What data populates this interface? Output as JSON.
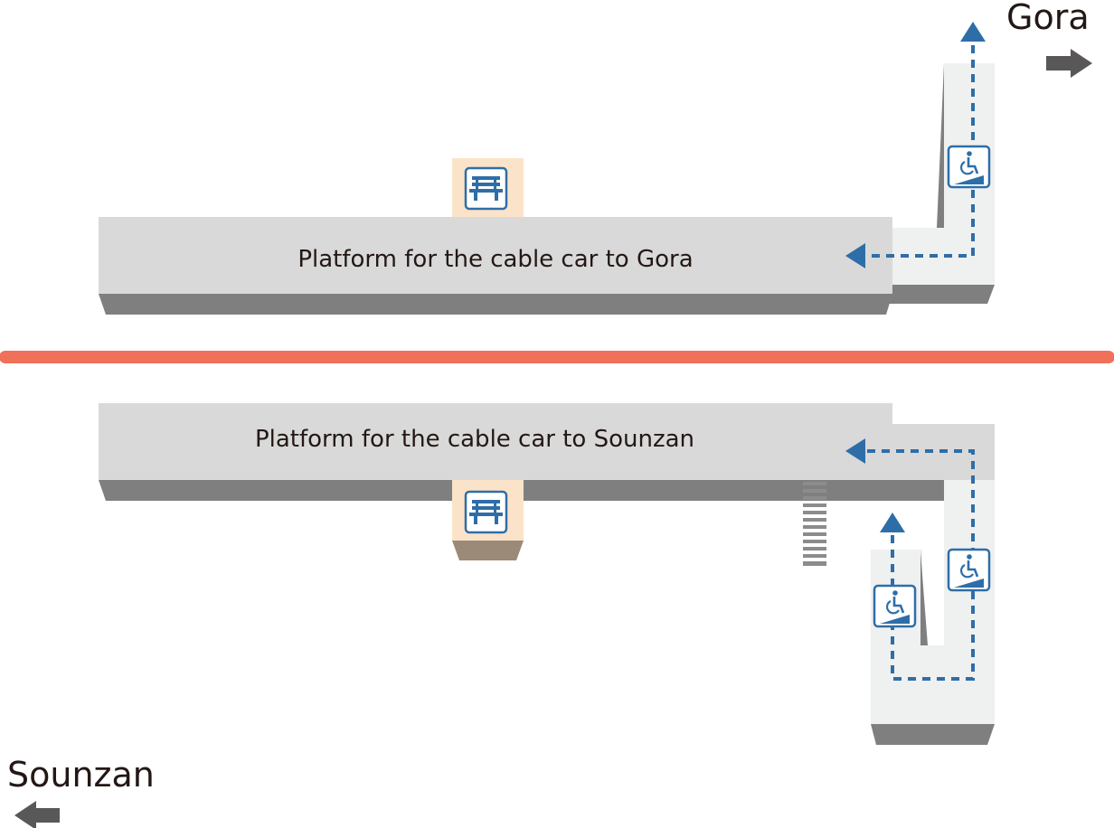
{
  "destinations": {
    "gora": "Gora",
    "sounzan": "Sounzan"
  },
  "platforms": {
    "gora_label": "Platform for the cable car to Gora",
    "sounzan_label": "Platform for the cable car to Sounzan"
  },
  "icons": {
    "bench": "bench-icon",
    "accessible_ramp": "wheelchair-ramp-icon",
    "direction_arrow": "arrow-icon"
  },
  "colors": {
    "platform_top": "#d9d9d9",
    "platform_side": "#7f7f7f",
    "walkway": "#eff0f0",
    "track": "#f0705a",
    "route": "#2e6ea8",
    "bench_bg": "#fbe3c9",
    "bench_base": "#9b8a78",
    "stairs": "#8c8c8c",
    "direction_arrow": "#595757",
    "text": "#231815"
  }
}
